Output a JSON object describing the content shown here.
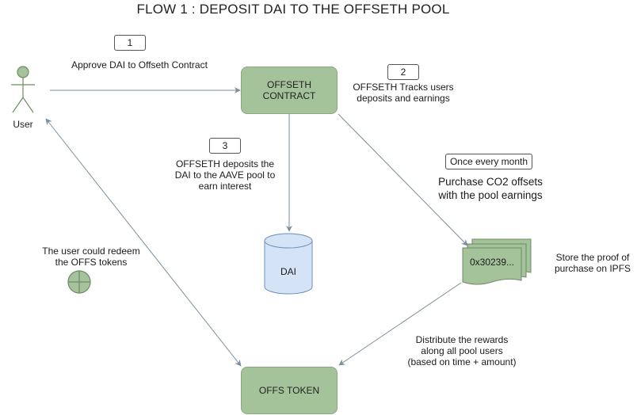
{
  "title": "FLOW 1 : DEPOSIT DAI TO THE OFFSETH POOL",
  "actor": {
    "label": "User"
  },
  "steps": [
    {
      "number": "1",
      "text": "Approve DAI to Offseth Contract"
    },
    {
      "number": "2",
      "text_line1": "OFFSETH Tracks  users",
      "text_line2": "deposits and earnings"
    },
    {
      "number": "3",
      "text_line1": "OFFSETH deposits the",
      "text_line2": "DAI to the AAVE pool to",
      "text_line3": "earn interest"
    }
  ],
  "contract": {
    "line1": "OFFSETH",
    "line2": "CONTRACT"
  },
  "db": {
    "label": "DAI"
  },
  "monthly": {
    "badge": "Once every month",
    "line1": "Purchase CO2 offsets",
    "line2": "with the pool earnings"
  },
  "document": {
    "label": "0x30239...",
    "note_line1": "Store the proof of",
    "note_line2": "purchase on  IPFS"
  },
  "rewards": {
    "line1": "Distribute the rewards",
    "line2": "along all pool users",
    "line3": "(based on time + amount)"
  },
  "token": {
    "label": "OFFS TOKEN"
  },
  "redeem": {
    "line1": "The user could redeem",
    "line2": "the OFFS tokens"
  },
  "colors": {
    "fill": "#a5c39a",
    "stroke": "#8aa77e",
    "edge": "#7b8e9c"
  }
}
